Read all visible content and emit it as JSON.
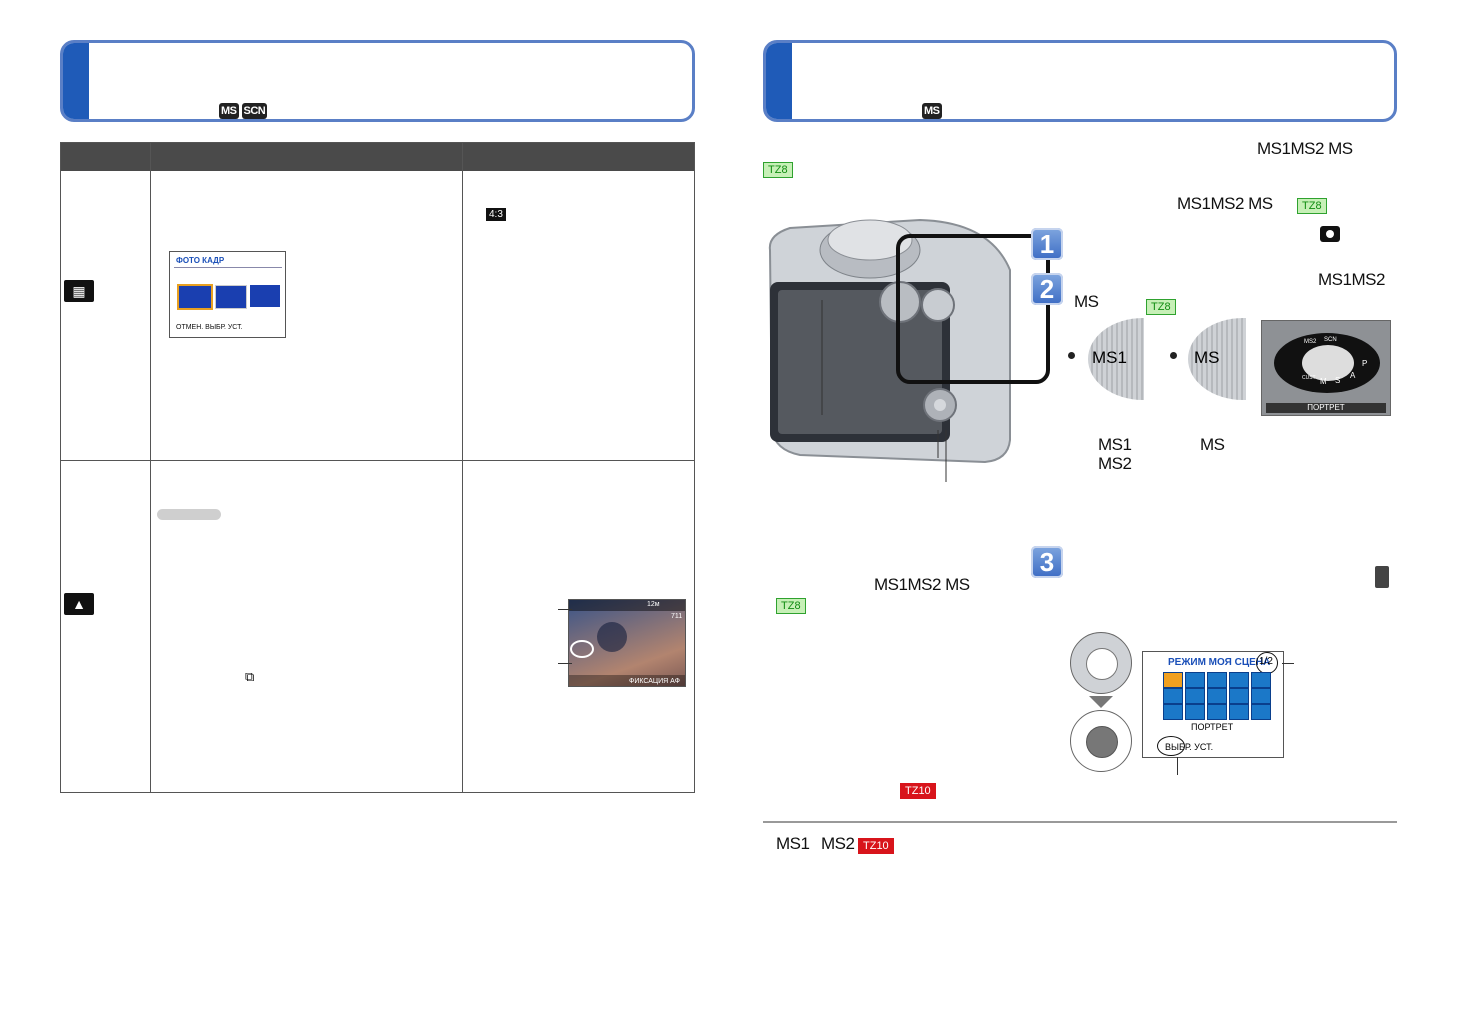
{
  "left_header": {
    "icon_labels": [
      "MS",
      "SCN"
    ]
  },
  "right_header": {
    "icon_labels": [
      "MS"
    ]
  },
  "table": {
    "row1_badge": "4:3",
    "row1_screen": {
      "title": "ФОТО КАДР",
      "footer": "ОТМЕН. ВЫБР. УСТ."
    },
    "row2_screen": {
      "top_size": "12м",
      "counter": "711",
      "footer": "ФИКСАЦИЯ АФ"
    }
  },
  "right": {
    "intro_line1_modes": "MS1MS2  MS",
    "intro_tag1": "TZ8",
    "intro_line2_modes": "MS1MS2  MS",
    "intro_tag2": "TZ8",
    "step1": {
      "num": "1"
    },
    "step2": {
      "num": "2",
      "modes_right": "MS1MS2",
      "mode_left": "MS",
      "tag": "TZ8"
    },
    "dial1_label": "MS1",
    "dial2_label": "MS",
    "dial_caption_left": "MS1\nMS2",
    "dial_caption_right": "MS",
    "dial_photo": {
      "labels": [
        "MS2",
        "SCN",
        "P",
        "A",
        "S",
        "M",
        "CUST"
      ],
      "footer": "ПОРТРЕТ"
    },
    "left_note_modes": "MS1MS2  MS",
    "left_note_tag": "TZ8",
    "left_note_tag2": "TZ10",
    "step3": {
      "num": "3"
    },
    "menu_screen": {
      "title": "РЕЖИМ МОЯ СЦЕНА",
      "page": "1/2",
      "selected": "ПОРТРЕТ",
      "footer": "ВЫБР. УСТ."
    },
    "bottom": {
      "ms1": "MS1",
      "ms2": "MS2",
      "tag": "TZ10"
    }
  }
}
